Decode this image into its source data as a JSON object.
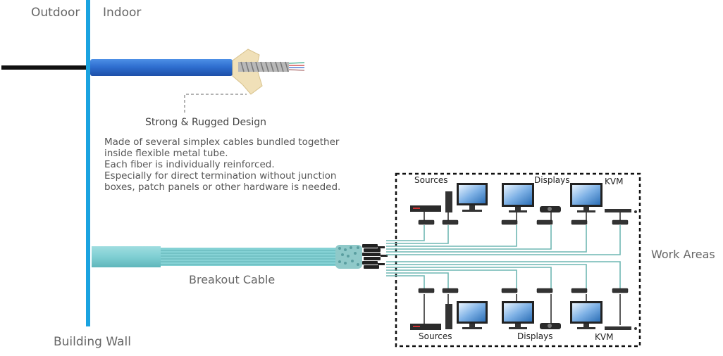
{
  "labels": {
    "outdoor": "Outdoor",
    "indoor": "Indoor",
    "building_wall": "Building Wall",
    "rugged_title": "Strong & Rugged Design",
    "breakout_cable": "Breakout Cable",
    "work_areas": "Work Areas"
  },
  "description": [
    "Made of several simplex cables bundled together",
    "inside flexible metal tube.",
    "Each fiber is individually reinforced.",
    "Especially for direct termination without junction",
    "boxes, patch panels or other hardware is needed."
  ],
  "work_area_top": {
    "sources": "Sources",
    "displays": "Displays",
    "kvm": "KVM"
  },
  "work_area_bottom": {
    "sources": "Sources",
    "displays": "Displays",
    "kvm": "KVM"
  },
  "colors": {
    "wall": "#1aa3e0",
    "jacket": "#2f6fd0",
    "aqua": "#7fcfd3",
    "link": "#6fb7b3"
  }
}
